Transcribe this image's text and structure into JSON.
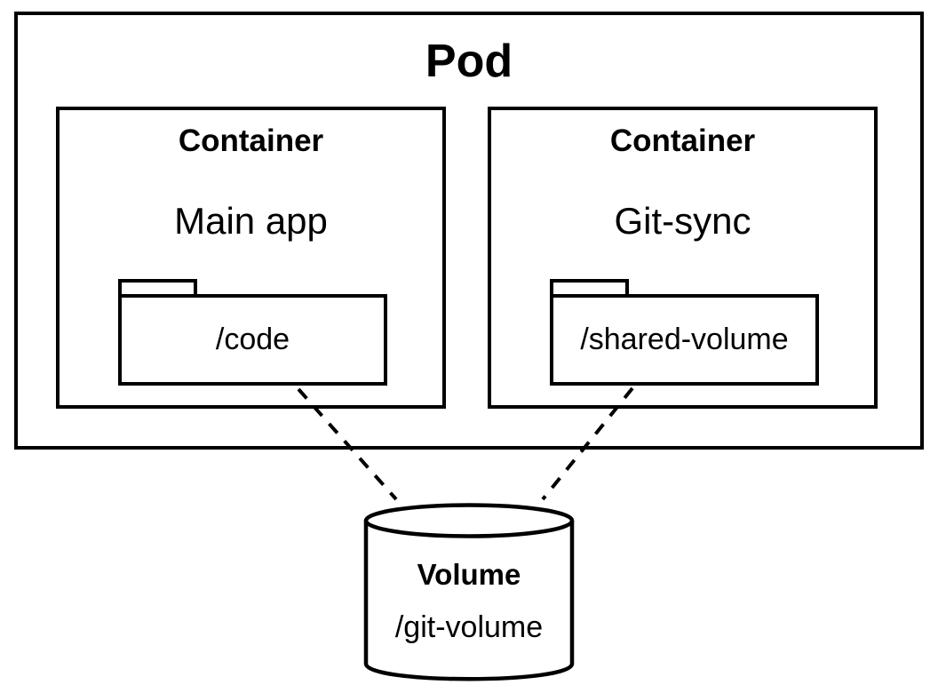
{
  "diagram": {
    "pod": {
      "title": "Pod",
      "containers": [
        {
          "type_label": "Container",
          "name": "Main app",
          "mount_path": "/code"
        },
        {
          "type_label": "Container",
          "name": "Git-sync",
          "mount_path": "/shared-volume"
        }
      ]
    },
    "volume": {
      "title": "Volume",
      "mount_path": "/git-volume"
    },
    "icons": {
      "folder": "folder-icon",
      "volume": "database-cylinder-icon"
    },
    "colors": {
      "stroke": "#000000",
      "background": "#ffffff"
    }
  }
}
